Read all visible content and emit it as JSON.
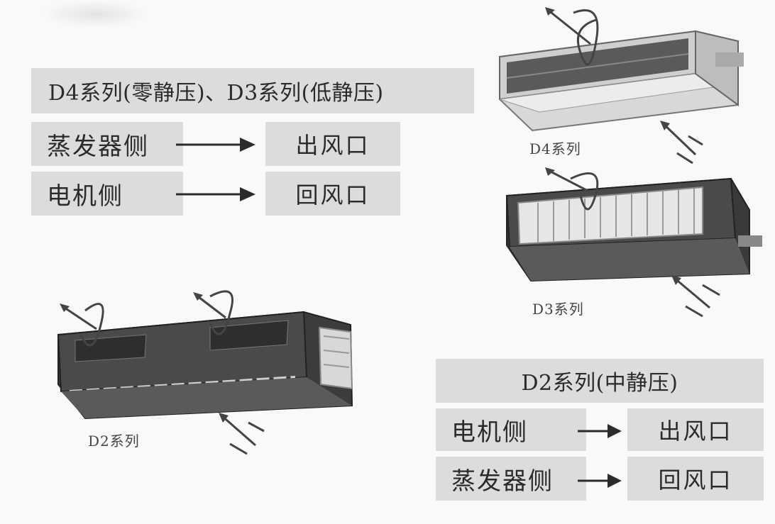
{
  "top_table": {
    "title": "D4系列(零静压)、D3系列(低静压)",
    "rows": [
      {
        "side": "蒸发器侧",
        "outlet": "出风口"
      },
      {
        "side": "电机侧",
        "outlet": "回风口"
      }
    ]
  },
  "bottom_table": {
    "title": "D2系列(中静压)",
    "rows": [
      {
        "side": "电机侧",
        "outlet": "出风口"
      },
      {
        "side": "蒸发器侧",
        "outlet": "回风口"
      }
    ]
  },
  "captions": {
    "d4": "D4系列",
    "d3": "D3系列",
    "d2": "D2系列"
  },
  "colors": {
    "label_bg": "#dcdcdc",
    "unit_dark": "#3a3a3a",
    "arrow": "#2b2b2b"
  },
  "icons": [
    "arrow-right-icon",
    "airflow-in-icon",
    "airflow-out-icon"
  ]
}
